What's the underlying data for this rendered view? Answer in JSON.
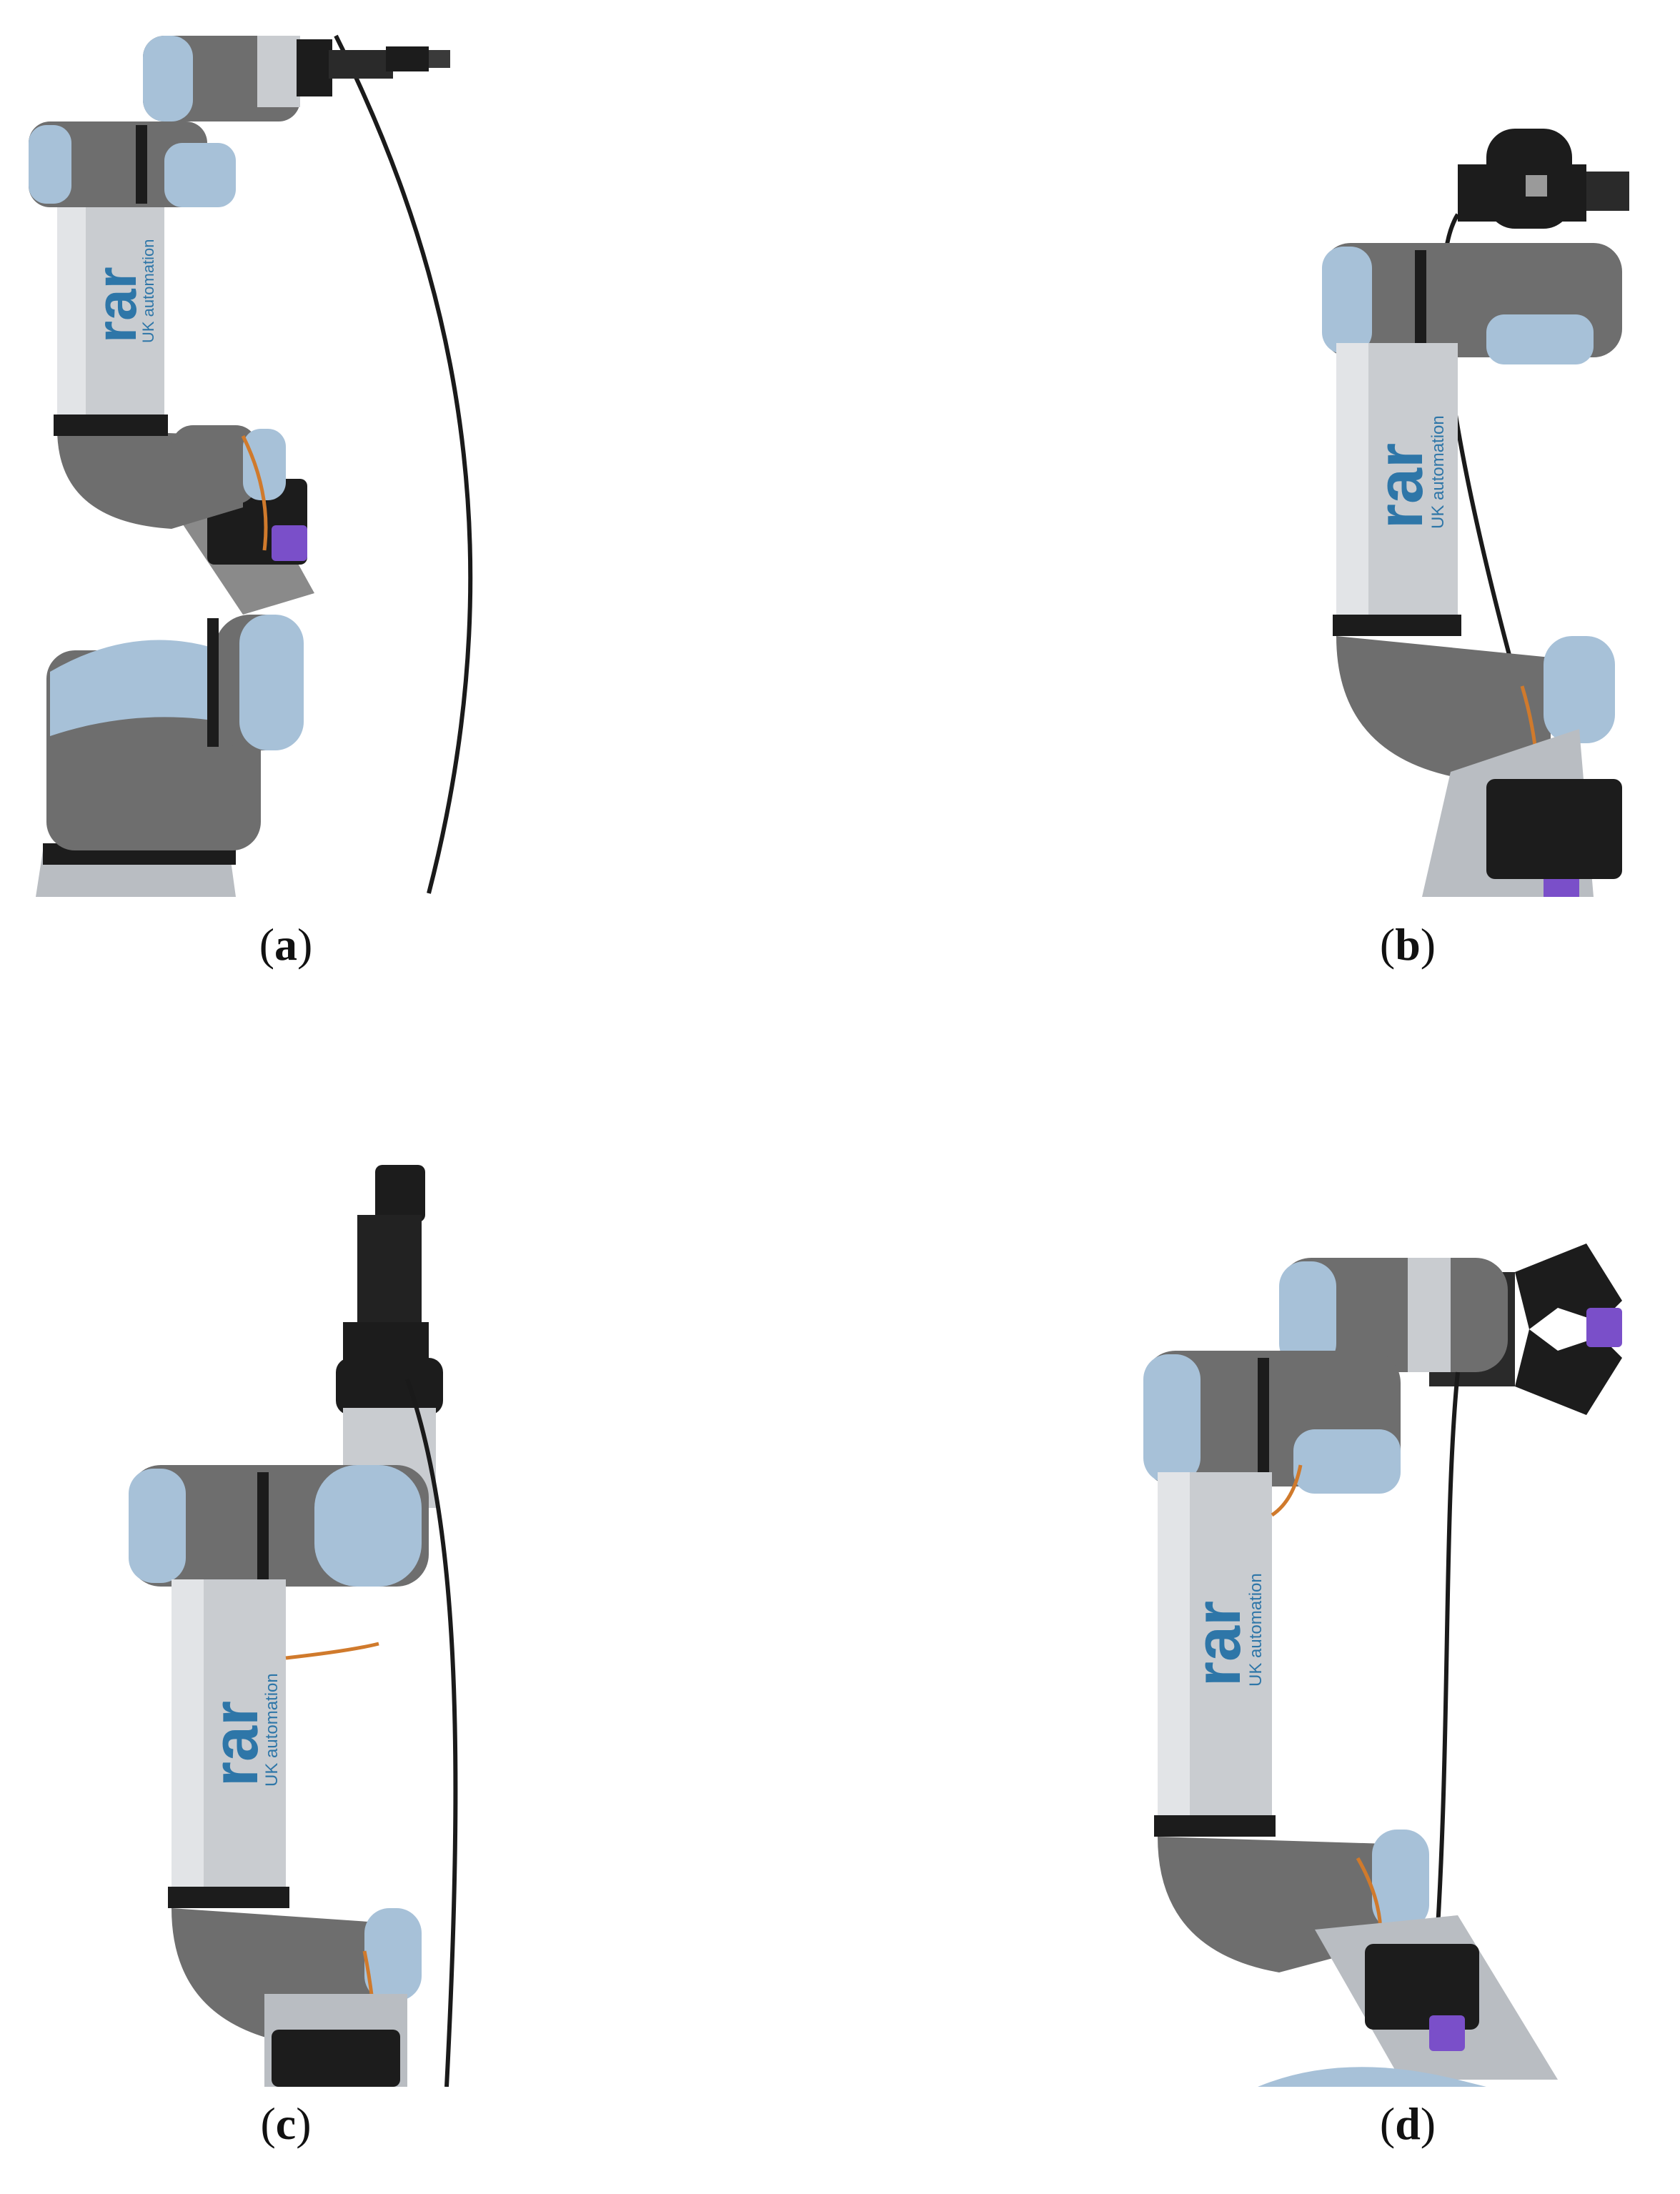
{
  "figure": {
    "panels": [
      {
        "letter": "a",
        "logo_text": "rar UK automation"
      },
      {
        "letter": "b",
        "logo_text": "rar UK automation"
      },
      {
        "letter": "c",
        "logo_text": "rar UK automation"
      },
      {
        "letter": "d",
        "logo_text": "rar UK automation"
      }
    ],
    "colors": {
      "arm_gray": "#6e6e6e",
      "arm_dark": "#4a4a4a",
      "joint_blue": "#a7c1d8",
      "steel": "#c9ccd0",
      "black_band": "#1c1c1c",
      "purple": "#7a4fc9",
      "cable_orange": "#d07a2c",
      "logo_blue": "#2e76a8"
    }
  }
}
